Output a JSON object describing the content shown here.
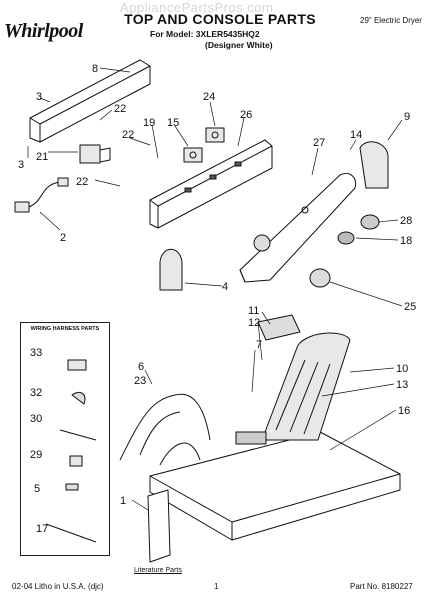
{
  "header": {
    "brand": "Whirlpool",
    "title": "TOP AND CONSOLE PARTS",
    "model_line": "For Model: 3XLER5435HQ2",
    "finish_line": "(Designer White)",
    "product": "29\" Electric Dryer",
    "watermark": "AppliancePartsPros.com"
  },
  "inset": {
    "title": "WIRING HARNESS PARTS"
  },
  "literature_label": "Literature Parts",
  "footer": {
    "left": "02-04 Litho in U.S.A. (djc)",
    "page": "1",
    "right": "Part No. 8180227"
  },
  "callouts": [
    "8",
    "3",
    "22",
    "22",
    "21",
    "3",
    "24",
    "15",
    "19",
    "26",
    "14",
    "9",
    "27",
    "28",
    "18",
    "22",
    "2",
    "4",
    "25",
    "11",
    "12",
    "10",
    "13",
    "7",
    "6",
    "23",
    "16",
    "33",
    "32",
    "30",
    "29",
    "5",
    "17",
    "1"
  ]
}
